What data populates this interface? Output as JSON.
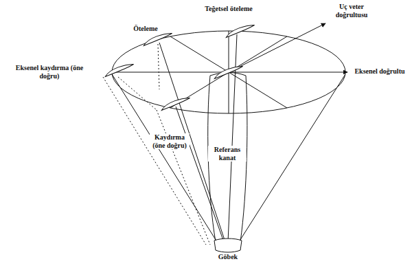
{
  "diagram": {
    "labels": [
      "Teğetsel öteleme",
      "Uç veter doğrultusu",
      "Öteleme",
      "Eksenel doğrultu",
      "Eksenel kaydırma (öne doğru)",
      "Kaydırma (öne doğru)",
      "Referans kanat",
      "Göbek"
    ]
  }
}
